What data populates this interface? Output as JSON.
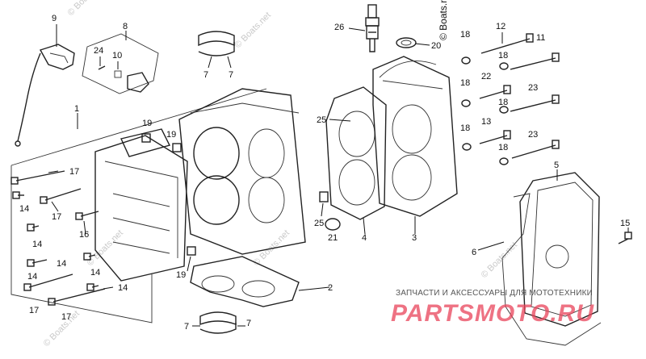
{
  "watermark": {
    "copyright": "© Boats.net",
    "diagonal": [
      "© Boats.net",
      "© Boats.net",
      "© Boats.net",
      "© Boats.net",
      "© Boats.net",
      "© Boats.net"
    ]
  },
  "footer": {
    "caption": "ЗАПЧАСТИ И АКСЕССУАРЫ ДЛЯ МОТОТЕХНИКИ",
    "brand": "PARTSMOTO.RU"
  },
  "callouts": [
    {
      "id": "c9",
      "label": "9"
    },
    {
      "id": "c8",
      "label": "8"
    },
    {
      "id": "c24",
      "label": "24"
    },
    {
      "id": "c10",
      "label": "10"
    },
    {
      "id": "c1",
      "label": "1"
    },
    {
      "id": "c7a",
      "label": "7"
    },
    {
      "id": "c7b",
      "label": "7"
    },
    {
      "id": "c26",
      "label": "26"
    },
    {
      "id": "c20",
      "label": "20"
    },
    {
      "id": "c12",
      "label": "12"
    },
    {
      "id": "c11",
      "label": "11"
    },
    {
      "id": "c18a",
      "label": "18"
    },
    {
      "id": "c18b",
      "label": "18"
    },
    {
      "id": "c22",
      "label": "22"
    },
    {
      "id": "c23a",
      "label": "23"
    },
    {
      "id": "c18c",
      "label": "18"
    },
    {
      "id": "c18d",
      "label": "18"
    },
    {
      "id": "c13",
      "label": "13"
    },
    {
      "id": "c18e",
      "label": "18"
    },
    {
      "id": "c18f",
      "label": "18"
    },
    {
      "id": "c23b",
      "label": "23"
    },
    {
      "id": "c25a",
      "label": "25"
    },
    {
      "id": "c19a",
      "label": "19"
    },
    {
      "id": "c19b",
      "label": "19"
    },
    {
      "id": "c17a",
      "label": "17"
    },
    {
      "id": "c14a",
      "label": "14"
    },
    {
      "id": "c17b",
      "label": "17"
    },
    {
      "id": "c14b",
      "label": "14"
    },
    {
      "id": "c16",
      "label": "16"
    },
    {
      "id": "c14c",
      "label": "14"
    },
    {
      "id": "c14d",
      "label": "14"
    },
    {
      "id": "c14e",
      "label": "14"
    },
    {
      "id": "c17c",
      "label": "17"
    },
    {
      "id": "c17d",
      "label": "17"
    },
    {
      "id": "c14f",
      "label": "14"
    },
    {
      "id": "c19c",
      "label": "19"
    },
    {
      "id": "c2",
      "label": "2"
    },
    {
      "id": "c7c",
      "label": "7"
    },
    {
      "id": "c7d",
      "label": "7"
    },
    {
      "id": "c25b",
      "label": "25"
    },
    {
      "id": "c21",
      "label": "21"
    },
    {
      "id": "c4",
      "label": "4"
    },
    {
      "id": "c3",
      "label": "3"
    },
    {
      "id": "c5",
      "label": "5"
    },
    {
      "id": "c6",
      "label": "6"
    },
    {
      "id": "c15",
      "label": "15"
    }
  ]
}
